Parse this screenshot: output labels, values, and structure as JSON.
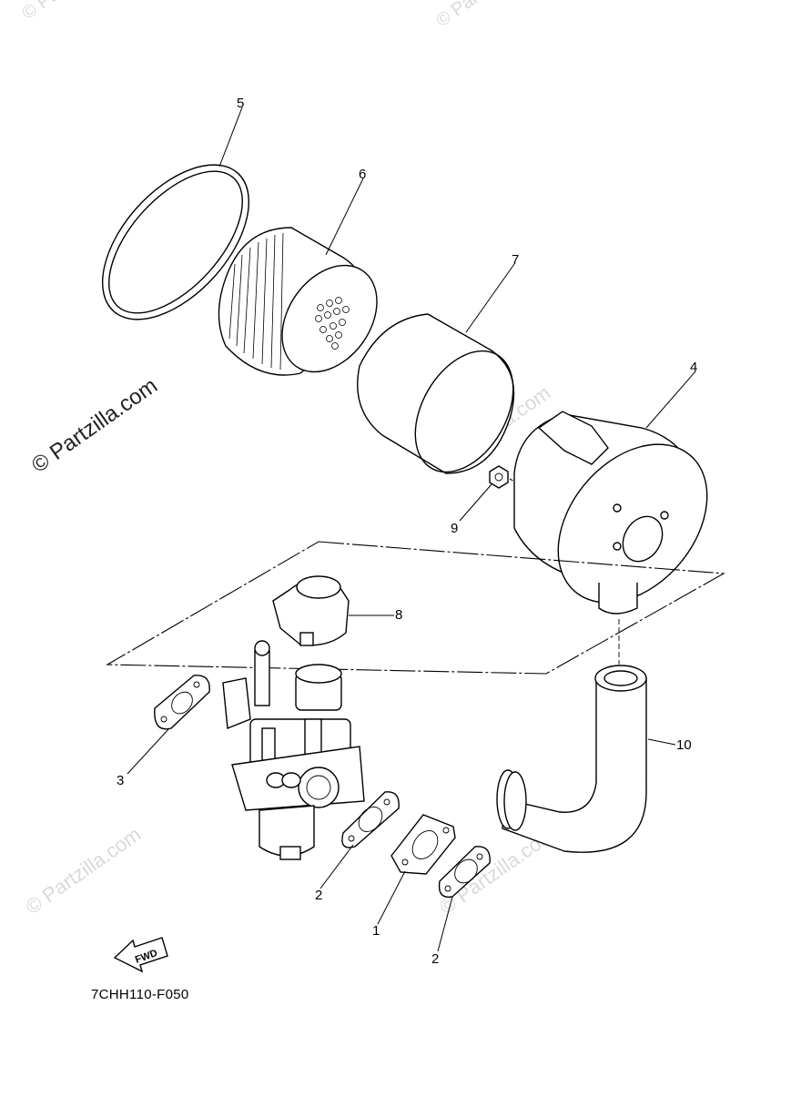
{
  "callouts": {
    "c1": "1",
    "c2a": "2",
    "c2b": "2",
    "c3": "3",
    "c4": "4",
    "c5": "5",
    "c6": "6",
    "c7": "7",
    "c8": "8",
    "c9": "9",
    "c10": "10"
  },
  "fwd_label": "FWD",
  "diagram_code": "7CHH110-F050",
  "watermark": {
    "main": "© Partzilla.com",
    "faint": "© Partzilla.com"
  }
}
